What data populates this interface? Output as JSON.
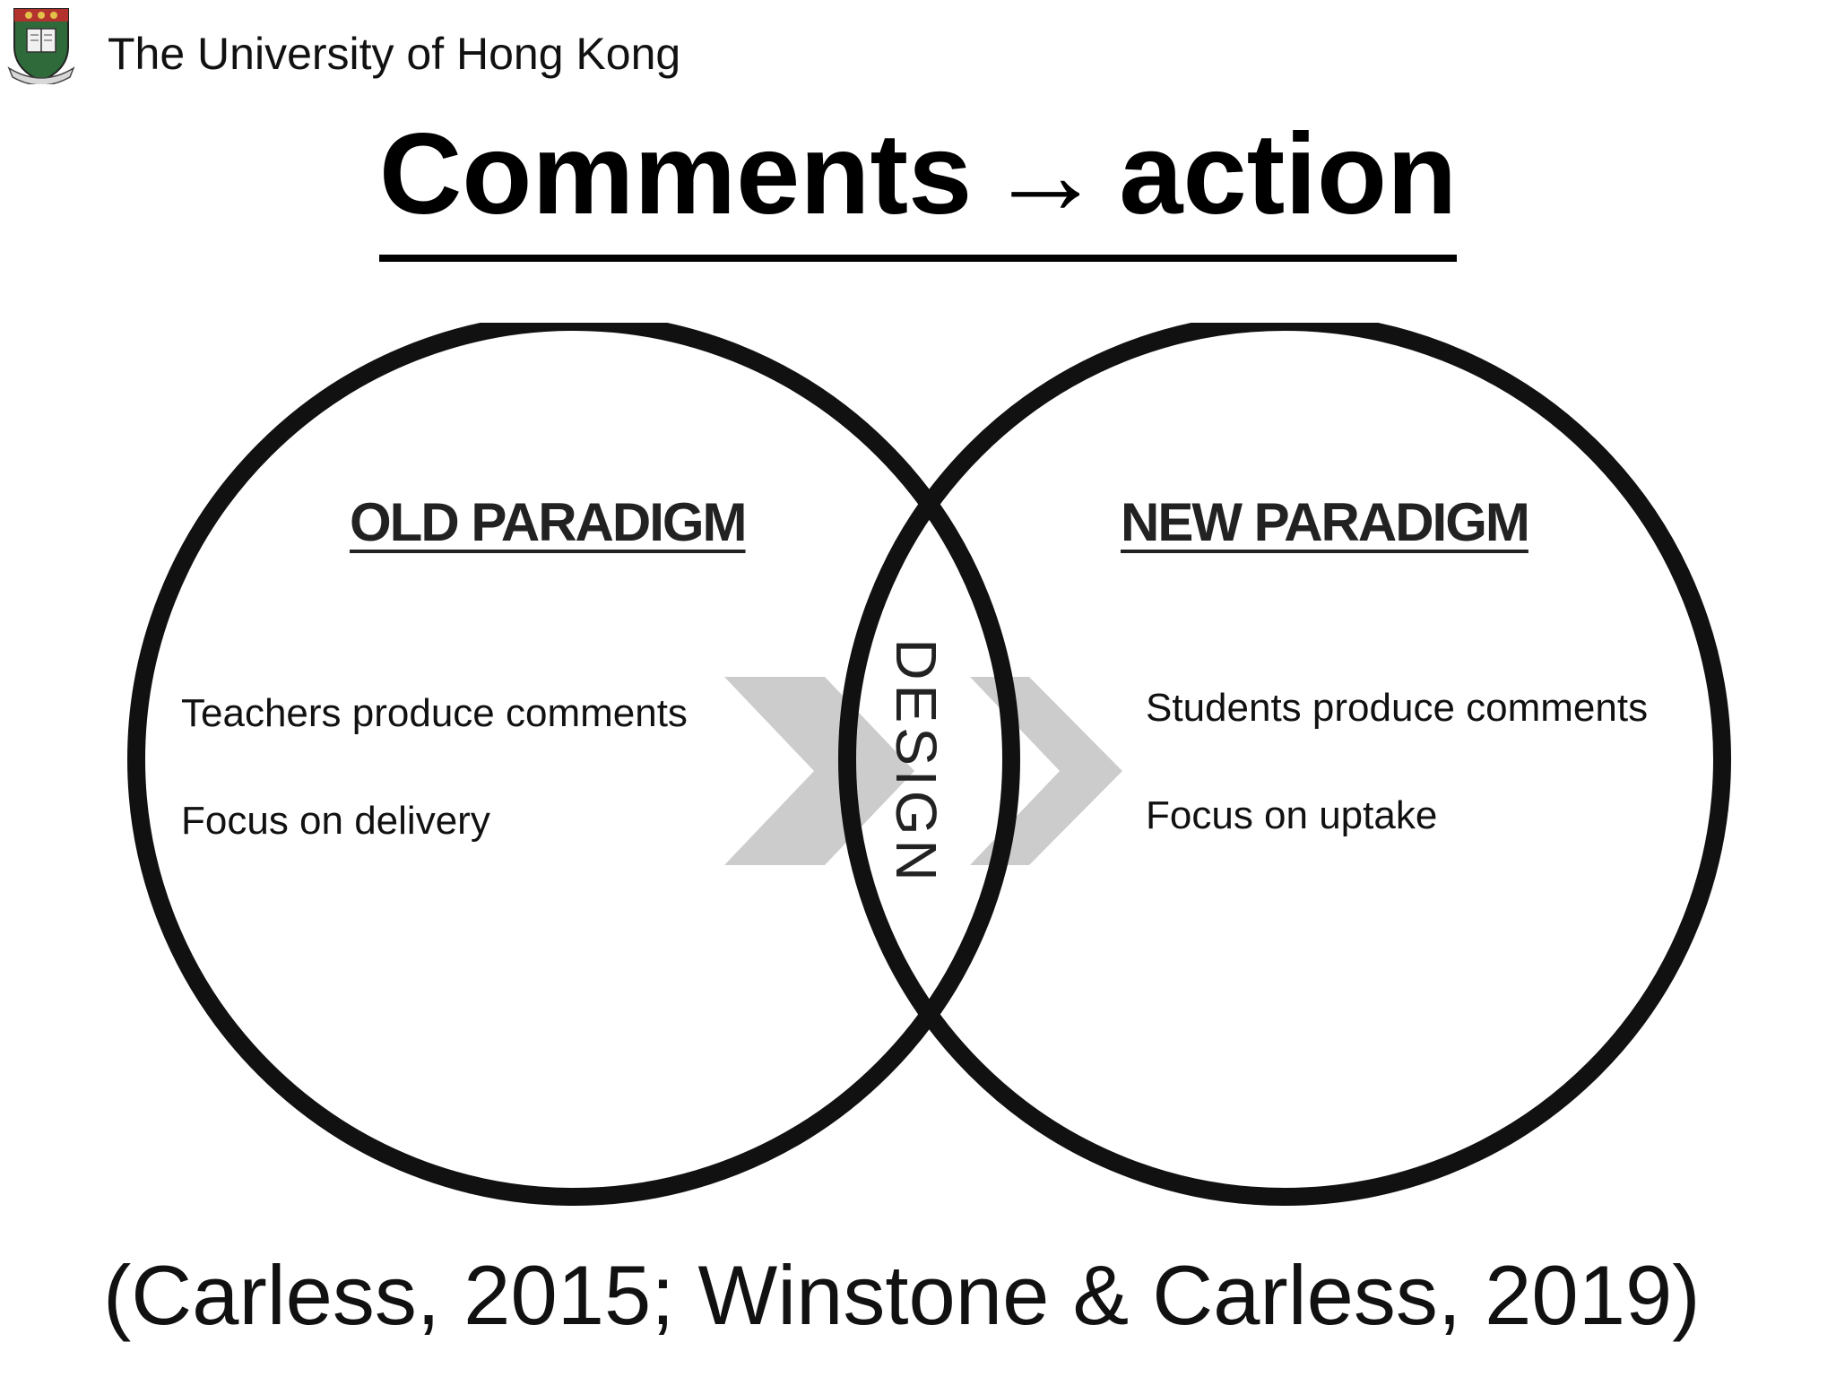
{
  "header": {
    "institution": "The University of Hong Kong"
  },
  "slide": {
    "title_left": "Comments",
    "title_arrow": "→",
    "title_right": "action"
  },
  "diagram": {
    "left": {
      "heading": "OLD PARADIGM",
      "items": [
        "Teachers produce comments",
        "Focus on delivery"
      ]
    },
    "overlap": {
      "label": "DESIGN"
    },
    "right": {
      "heading": "NEW PARADIGM",
      "items": [
        "Students produce comments",
        "Focus on uptake"
      ]
    },
    "colors": {
      "circle_stroke": "#111111",
      "arrow_fill": "#cccccc"
    }
  },
  "citation": "(Carless, 2015; Winstone & Carless, 2019)"
}
